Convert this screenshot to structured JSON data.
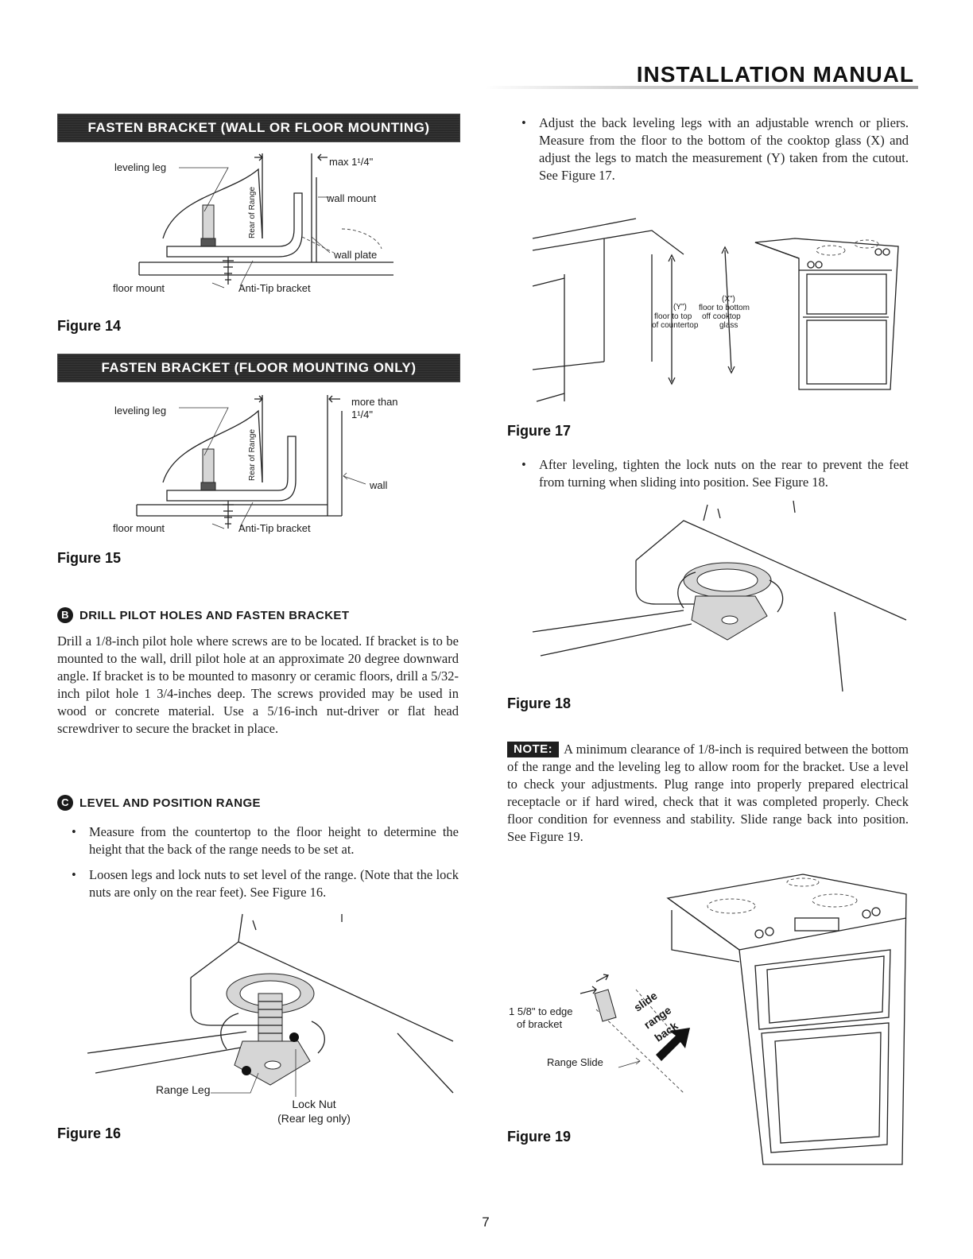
{
  "header": {
    "title": "INSTALLATION MANUAL"
  },
  "fig14": {
    "banner": "FASTEN BRACKET (WALL OR FLOOR MOUNTING)",
    "caption": "Figure 14",
    "labels": {
      "leveling_leg": "leveling leg",
      "max": "max 1¹/4\"",
      "rear_of_range": "Rear of Range",
      "wall_mount": "wall mount",
      "wall_plate": "wall plate",
      "floor_mount": "floor mount",
      "anti_tip": "Anti-Tip bracket"
    }
  },
  "fig15": {
    "banner": "FASTEN BRACKET (FLOOR MOUNTING ONLY)",
    "caption": "Figure 15",
    "labels": {
      "leveling_leg": "leveling leg",
      "more_than": "more than",
      "more_than_value": "1¹/4\"",
      "rear_of_range": "Rear of Range",
      "wall": "wall",
      "floor_mount": "floor mount",
      "anti_tip": "Anti-Tip bracket"
    }
  },
  "sectionB": {
    "badge": "B",
    "title": "DRILL PILOT HOLES AND FASTEN BRACKET",
    "body": "Drill a 1/8-inch pilot hole where screws are to be located. If bracket is to be mounted to the wall, drill pilot hole at an approximate 20 degree downward angle. If bracket is to be mounted to masonry or ceramic floors, drill a 5/32-inch pilot hole 1 3/4-inches deep. The screws provided may be used in wood or concrete material. Use a 5/16-inch nut-driver or flat head screwdriver to secure the bracket in place."
  },
  "sectionC": {
    "badge": "C",
    "title": "LEVEL AND POSITION RANGE",
    "bullets": [
      "Measure from the countertop to the floor height to determine the height that the back of the range needs to be set at.",
      "Loosen legs and lock nuts to set level of the range. (Note that the lock nuts are only on the rear feet). See Figure 16."
    ]
  },
  "fig16": {
    "caption": "Figure 16",
    "labels": {
      "range_leg": "Range Leg",
      "lock_nut": "Lock Nut",
      "rear_leg_only": "(Rear leg only)"
    }
  },
  "right": {
    "bullet1": "Adjust the back leveling legs with an adjustable wrench or pliers. Measure from the floor to the bottom of the cooktop glass (X) and adjust the legs to match the measurement (Y) taken from the cutout. See Figure 17.",
    "bullet2": "After leveling, tighten the lock nuts on the rear to prevent the feet from turning when sliding into position. See Figure 18.",
    "note_badge": "NOTE:",
    "note": "A minimum clearance of 1/8-inch is required between the bottom of the range and the leveling leg to allow room for the bracket. Use a level to check your adjustments. Plug range into properly prepared electrical receptacle or if hard wired, check that it was completed properly. Check floor condition for evenness and stability. Slide range back into position. See Figure 19."
  },
  "fig17": {
    "caption": "Figure 17",
    "labels": {
      "y": "(Y\")",
      "y_desc1": "floor to top",
      "y_desc2": "of countertop",
      "x": "(X\")",
      "x_desc1": "floor to bottom",
      "x_desc2": "off cooktop",
      "x_desc3": "glass"
    }
  },
  "fig18": {
    "caption": "Figure 18"
  },
  "fig19": {
    "caption": "Figure 19",
    "labels": {
      "edge1": "1 5/8\" to edge",
      "edge2": "of bracket",
      "range_slide": "Range Slide",
      "slide": "slide",
      "range": "range",
      "back": "back"
    }
  },
  "footer": {
    "page_number": "7"
  }
}
